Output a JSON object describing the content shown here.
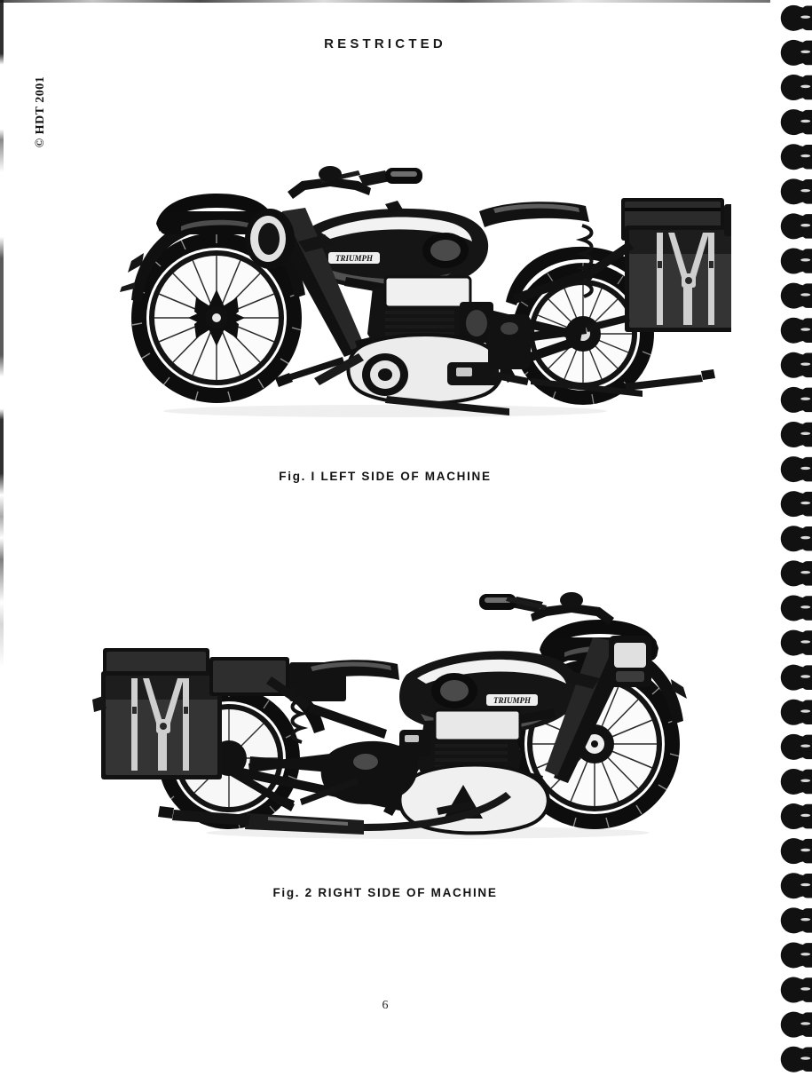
{
  "document": {
    "classification_header": "RESTRICTED",
    "copyright_notice": "© HDT 2001",
    "page_number": "6"
  },
  "figures": [
    {
      "id": "fig-1",
      "caption": "Fig. I  LEFT SIDE OF MACHINE",
      "label": "Fig. I",
      "title": "LEFT SIDE OF MACHINE",
      "subject": "military-motorcycle-left-side",
      "description": "Black and white photograph of a Triumph military motorcycle viewed from the left side, front wheel to the left, with rear pannier pouches and luggage boxes",
      "tank_badge": "TRIUMPH"
    },
    {
      "id": "fig-2",
      "caption": "Fig. 2  RIGHT SIDE OF MACHINE",
      "label": "Fig. 2",
      "title": "RIGHT SIDE OF MACHINE",
      "subject": "military-motorcycle-right-side",
      "description": "Black and white photograph of a Triumph military motorcycle viewed from the right side, front wheel to the right, with rear pannier pouches and exhaust pipe visible",
      "tank_badge": "TRIUMPH"
    }
  ],
  "binding": {
    "type": "spiral-wire-binding",
    "loop_count": 31,
    "color": "#111111"
  },
  "colors": {
    "page_background": "#ffffff",
    "ink": "#111111",
    "text": "#1a1a1a"
  }
}
